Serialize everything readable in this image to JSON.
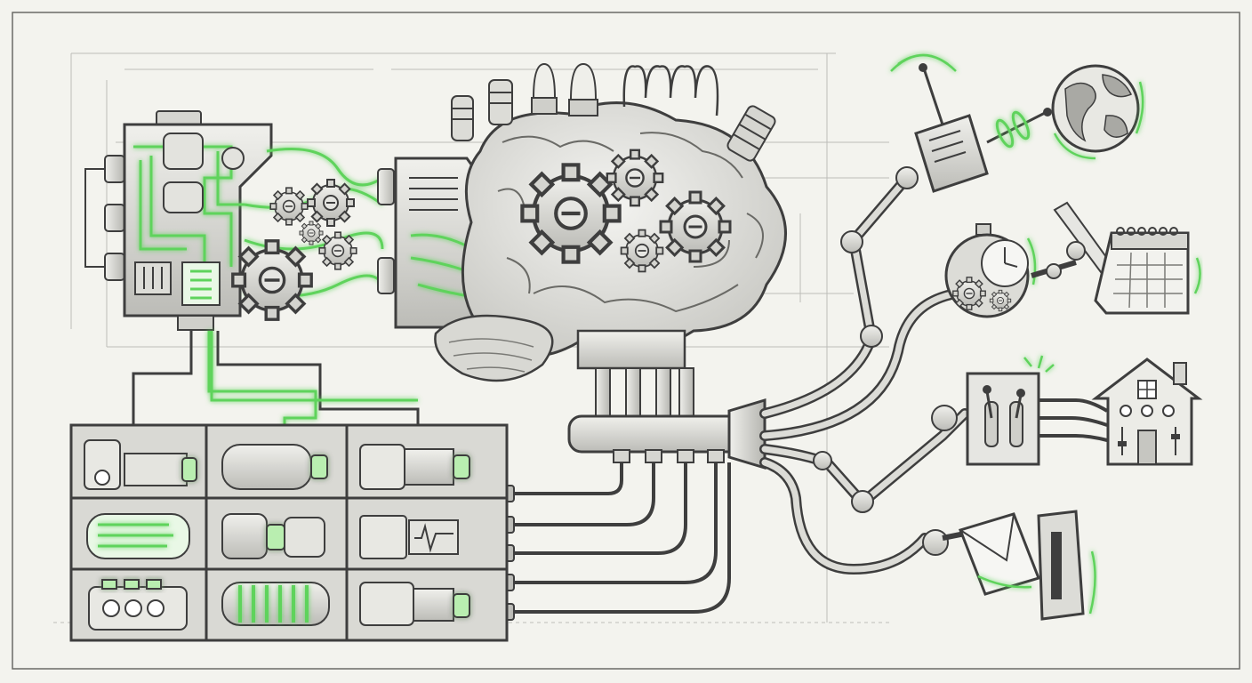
{
  "palette": {
    "paper": "#f3f3ee",
    "ink": "#3e3e3e",
    "metal_light": "#e6e6e2",
    "metal_mid": "#c9c9c4",
    "metal_dark": "#8e8e8a",
    "glow_green": "#5fd35c",
    "glow_soft": "#b9eeb0",
    "blueprint_line": "#bdbdb8"
  },
  "diagram": {
    "components": [
      {
        "id": "processor-unit",
        "icon": "circuit-board-icon"
      },
      {
        "id": "brain-core",
        "icon": "mechanical-brain-icon"
      },
      {
        "id": "memory-rack",
        "icon": "server-rack-icon",
        "columns": 3,
        "rows": 3
      },
      {
        "id": "manifold",
        "icon": "pipe-manifold-icon"
      }
    ],
    "tools": [
      {
        "id": "internet",
        "icon": "globe-icon"
      },
      {
        "id": "antenna",
        "icon": "antenna-transmitter-icon"
      },
      {
        "id": "clock",
        "icon": "stopwatch-icon"
      },
      {
        "id": "calendar",
        "icon": "calendar-icon"
      },
      {
        "id": "pencil",
        "icon": "pencil-icon"
      },
      {
        "id": "smart-home",
        "icon": "house-icon"
      },
      {
        "id": "switch-panel",
        "icon": "toggle-switch-panel-icon"
      },
      {
        "id": "email",
        "icon": "envelope-icon"
      },
      {
        "id": "mail-slot",
        "icon": "mail-slot-icon"
      }
    ]
  }
}
